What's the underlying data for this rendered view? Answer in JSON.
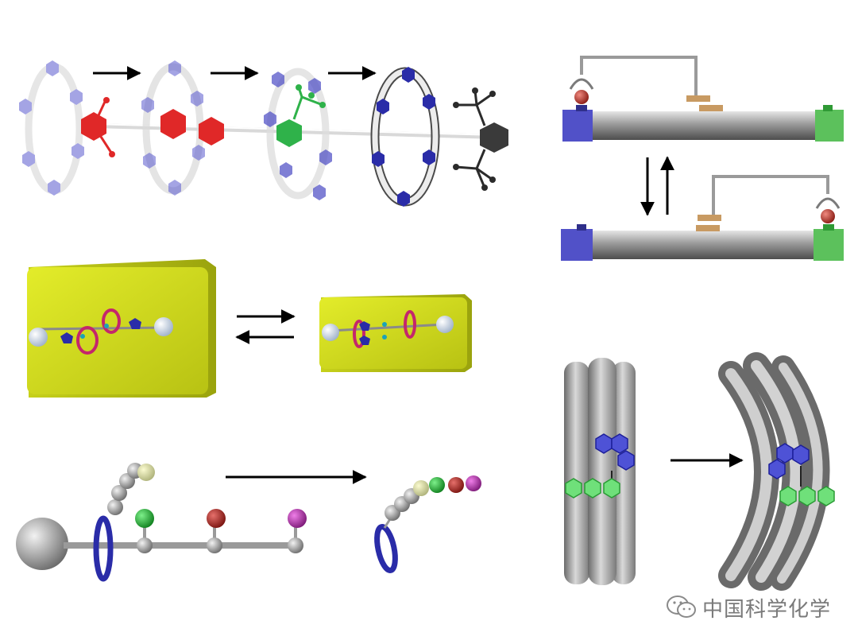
{
  "figure": {
    "panels": [
      "shuttling-rings-on-axle",
      "wire-switching-rotaxane",
      "cube-compression",
      "shortening-chain",
      "bundle-bending"
    ]
  },
  "colors": {
    "red": "#e02828",
    "green": "#2fb24a",
    "navy": "#2a2ca8",
    "dark": "#3a3a3a",
    "yellow": "#d8e21c",
    "magenta": "#c4266c",
    "wireBlue": "#5151c8",
    "wireGreen": "#5cc15c",
    "copper": "#c89a62",
    "gray": "#8f8f8f"
  },
  "watermark": {
    "text": "中国科学化学",
    "icon": "wechat-icon"
  }
}
